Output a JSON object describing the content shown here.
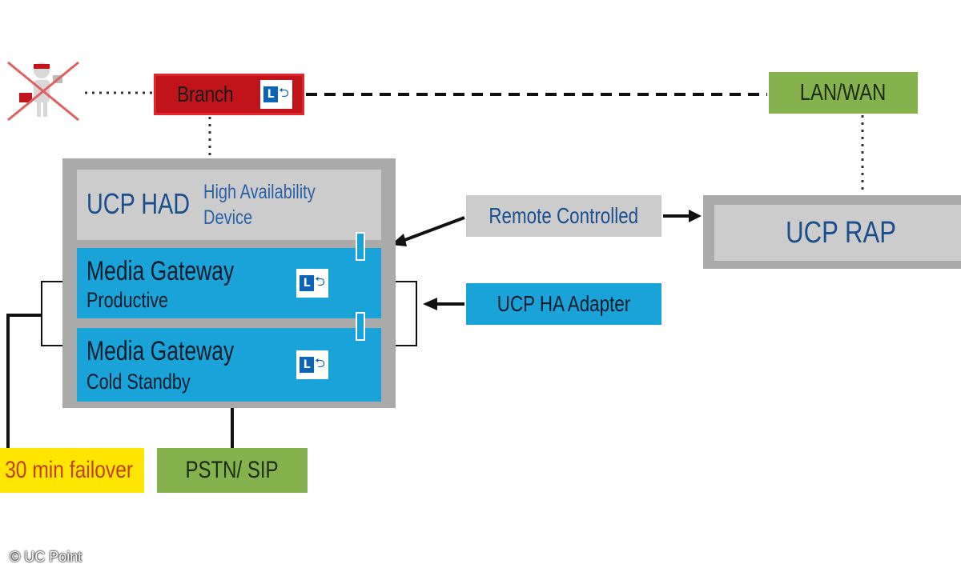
{
  "diagram": {
    "branch": {
      "label": "Branch",
      "icon": "lync-icon"
    },
    "lan_wan": {
      "label": "LAN/WAN"
    },
    "had": {
      "title": "UCP HAD",
      "subtitle_line1": "High Availability",
      "subtitle_line2": "Device"
    },
    "gateway_productive": {
      "title": "Media Gateway",
      "subtitle": "Productive",
      "icon": "lync-icon"
    },
    "gateway_standby": {
      "title": "Media Gateway",
      "subtitle": "Cold Standby",
      "icon": "lync-icon"
    },
    "remote_controlled": {
      "label": "Remote Controlled"
    },
    "ucp_rap": {
      "label": "UCP RAP"
    },
    "ha_adapter": {
      "label": "UCP HA Adapter"
    },
    "failover": {
      "label": "30 min failover"
    },
    "pstn_sip": {
      "label": "PSTN/ SIP"
    },
    "user_icon": "crossed-out-user-icon"
  },
  "copyright": "© UC Point",
  "colors": {
    "branch_red": "#c0131a",
    "green": "#86b24d",
    "blue": "#1aa3d9",
    "gray_dark": "#aaaaaa",
    "gray_light": "#cccccc",
    "yellow": "#ffe600",
    "title_blue": "#1a4f8e"
  }
}
